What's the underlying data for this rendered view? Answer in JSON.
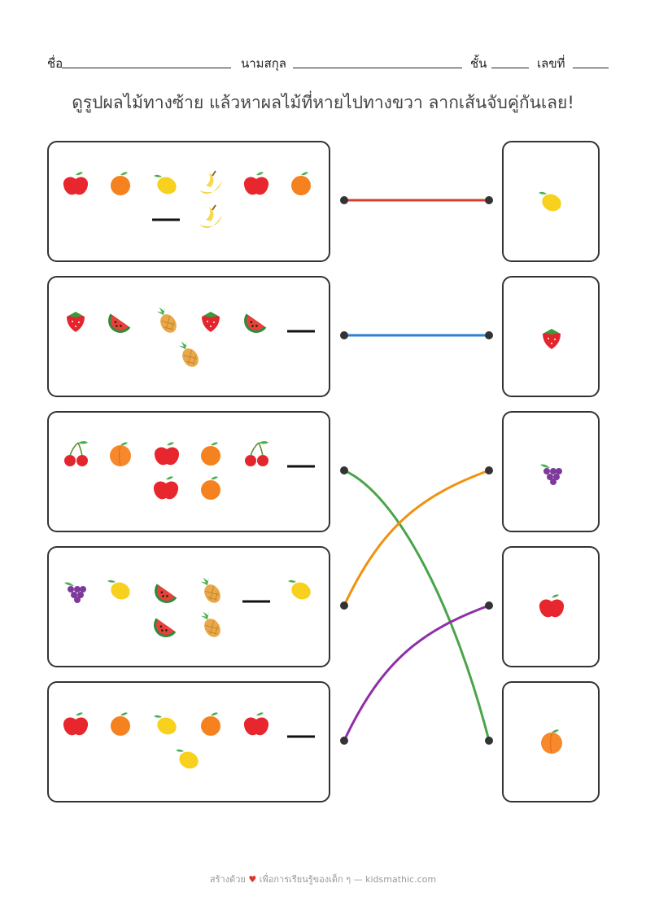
{
  "header": {
    "name_label": "ชื่อ",
    "surname_label": "นามสกุล",
    "class_label": "ชั้น",
    "number_label": "เลขที่"
  },
  "title": "ดูรูปผลไม้ทางซ้าย แล้วหาผลไม้ที่หายไปทางขวา ลากเส้นจับคู่กันเลย!",
  "rows": [
    {
      "items": [
        "apple",
        "orange",
        "lemon",
        "banana",
        "apple",
        "orange",
        "blank",
        "banana"
      ],
      "answer": "lemon"
    },
    {
      "items": [
        "strawberry",
        "watermelon",
        "pineapple",
        "strawberry",
        "watermelon",
        "blank",
        "pineapple"
      ],
      "answer": "strawberry"
    },
    {
      "items": [
        "cherry",
        "peach",
        "apple",
        "orange",
        "cherry",
        "blank",
        "apple",
        "orange"
      ],
      "answer": "grape"
    },
    {
      "items": [
        "grape",
        "lemon",
        "watermelon",
        "pineapple",
        "blank",
        "lemon",
        "watermelon",
        "pineapple"
      ],
      "answer": "apple"
    },
    {
      "items": [
        "apple",
        "orange",
        "lemon",
        "orange",
        "apple",
        "blank",
        "lemon"
      ],
      "answer": "peach"
    }
  ],
  "connections": [
    {
      "from": 1,
      "to": 1,
      "color": "#d23f31"
    },
    {
      "from": 2,
      "to": 2,
      "color": "#2b7fd4"
    },
    {
      "from": 3,
      "to": 5,
      "color": "#4aa44a"
    },
    {
      "from": 4,
      "to": 3,
      "color": "#f0920e"
    },
    {
      "from": 5,
      "to": 4,
      "color": "#8e2fa8"
    }
  ],
  "footer": {
    "made_with": "สร้างด้วย",
    "heart_icon": "heart-icon",
    "rest": "เพื่อการเรียนรู้ของเด็ก ๆ — kidsmathic.com"
  }
}
